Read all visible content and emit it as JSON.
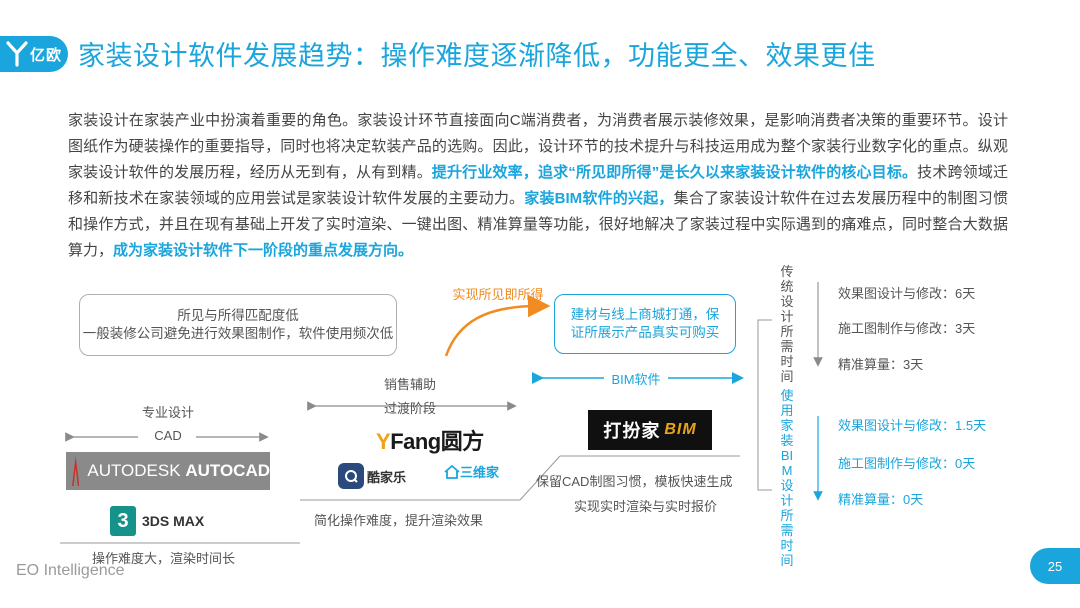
{
  "header": {
    "logo_text": "亿欧",
    "title": "家装设计软件发展趋势：操作难度逐渐降低，功能更全、效果更佳"
  },
  "intro": {
    "p1": "家装设计在家装产业中扮演着重要的角色。家装设计环节直接面向C端消费者，为消费者展示装修效果，是影响消费者决策的重要环节。设计图纸作为硬装操作的重要指导，同时也将决定软装产品的选购。因此，设计环节的技术提升与科技运用成为整个家装行业数字化的重点。纵观家装设计软件的发展历程，经历从无到有，从有到精。",
    "h1": "提升行业效率，追求“所见即所得”是长久以来家装设计软件的核心目标。",
    "p2": "技术跨领域迁移和新技术在家装领域的应用尝试是家装设计软件发展的主要动力。",
    "h2": "家装BIM软件的兴起，",
    "p3": "集合了家装设计软件在过去发展历程中的制图习惯和操作方式，并且在现有基础上开发了实时渲染、一键出图、精准算量等功能，很好地解决了家装过程中实际遇到的痛难点，同时整合大数据算力，",
    "h3": "成为家装设计软件下一阶段的重点发展方向。"
  },
  "diagram": {
    "stage1": {
      "label1": "专业设计",
      "label2": "CAD",
      "caption": "操作难度大，渲染时间长",
      "autocad": "AUTODESK",
      "autocad_bold": "AUTOCAD",
      "max3ds": "3DS MAX",
      "max3ds_mark": "3"
    },
    "stage2": {
      "label1": "销售辅助",
      "label2": "过渡阶段",
      "caption": "简化操作难度，提升渲染效果",
      "yfang_y": "Y",
      "yfang": "Fang圆方",
      "kujiale": "酷家乐",
      "sanweijia": "三维家"
    },
    "stage3": {
      "label": "BIM软件",
      "caption1": "保留CAD制图习惯，模板快速生成",
      "caption2": "实现实时渲染与实时报价",
      "dabanjia": "打扮家",
      "dabanjia_bim": "BIM"
    },
    "box_gray": {
      "line1": "所见与所得匹配度低",
      "line2": "一般装修公司避免进行效果图制作，软件使用频次低"
    },
    "arrow_label": "实现所见即所得",
    "box_blue": {
      "line1": "建材与线上商城打通，保",
      "line2": "证所展示产品真实可购买"
    },
    "traditional": {
      "title": "传统设计所需时间",
      "items": [
        "效果图设计与修改：6天",
        "施工图制作与修改：3天",
        "精准算量：3天"
      ]
    },
    "bim": {
      "title": "使用家装BIM设计所需时间",
      "items": [
        "效果图设计与修改：1.5天",
        "施工图制作与修改：0天",
        "精准算量：0天"
      ]
    }
  },
  "footer": {
    "brand": "EO Intelligence",
    "page": "25"
  },
  "colors": {
    "accent": "#1aa5dc",
    "orange": "#f08c21",
    "text": "#444444"
  }
}
